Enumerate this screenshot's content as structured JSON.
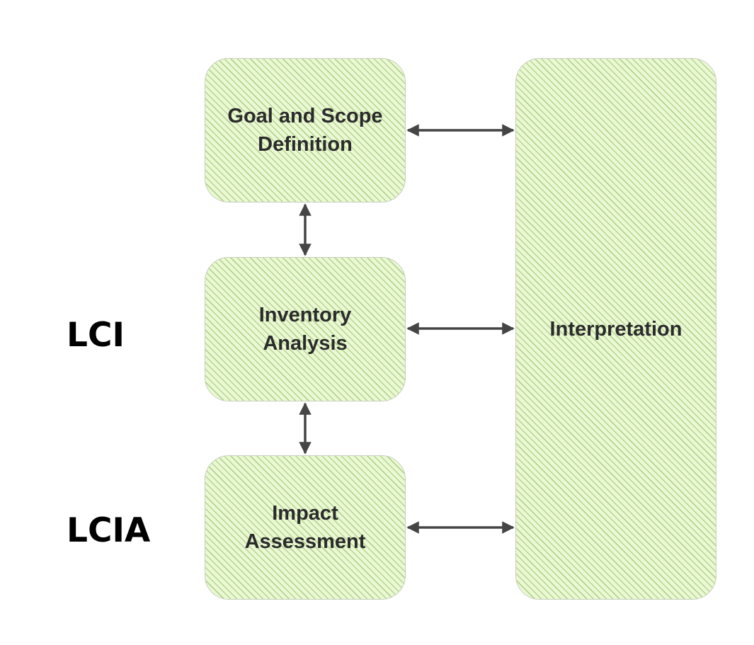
{
  "diagram": {
    "boxes": {
      "goal_scope": "Goal and Scope\nDefinition",
      "inventory": "Inventory\nAnalysis",
      "impact": "Impact\nAssessment",
      "interpretation": "Interpretation"
    },
    "side_labels": {
      "lci": "LCI",
      "lcia": "LCIA"
    },
    "colors": {
      "box_fill": "#eaf8d4",
      "box_hatch": "#b5d48f",
      "box_border": "#c8cfc0",
      "arrow": "#454545"
    },
    "connections": [
      {
        "from": "goal_scope",
        "to": "interpretation",
        "type": "bidirectional"
      },
      {
        "from": "inventory",
        "to": "interpretation",
        "type": "bidirectional"
      },
      {
        "from": "impact",
        "to": "interpretation",
        "type": "bidirectional"
      },
      {
        "from": "goal_scope",
        "to": "inventory",
        "type": "bidirectional"
      },
      {
        "from": "inventory",
        "to": "impact",
        "type": "bidirectional"
      }
    ]
  }
}
